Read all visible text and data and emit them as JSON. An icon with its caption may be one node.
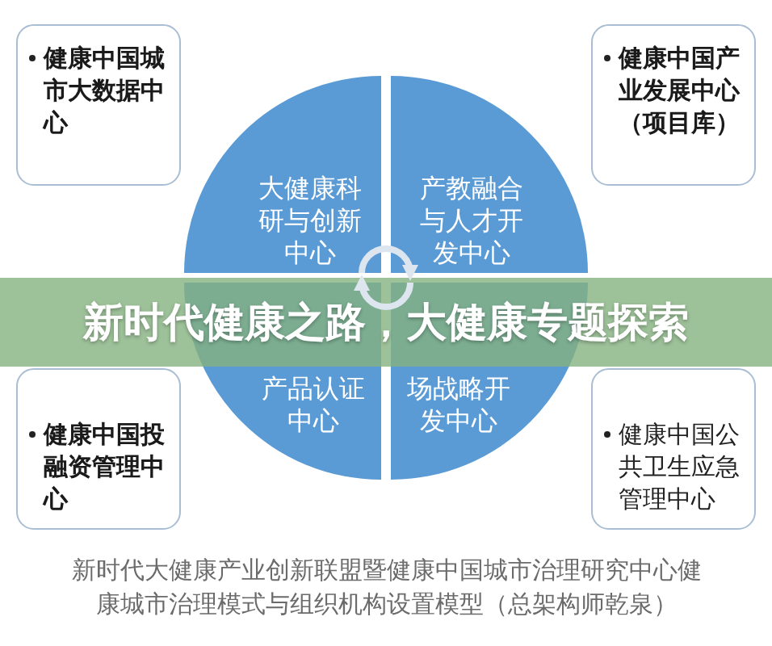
{
  "diagram": {
    "title": "新时代健康之路，大健康专题探索",
    "caption": "新时代大健康产业创新联盟暨健康中国城市治理研究中心健康城市治理模式与组织机构设置模型（总架构师乾泉）",
    "nodes": [
      {
        "text": [
          "健康中国城市大数据中心"
        ]
      },
      {
        "text": [
          "健康中国产业发展中心（项目库）"
        ]
      },
      {
        "text": [
          "大健康科研与创新中心"
        ]
      },
      {
        "text": [
          "产教融合与人才开发中心"
        ]
      },
      {
        "text": [
          "产品认证中心"
        ]
      },
      {
        "text": [
          "场战略开发中心"
        ]
      },
      {
        "text": [
          "健康中国投融资管理中心"
        ]
      },
      {
        "text": [
          "健康中国公共卫生应急管理中心"
        ]
      }
    ],
    "edges": [
      {
        "from": 2,
        "to": 3,
        "arrow": "to"
      },
      {
        "from": 5,
        "to": 4,
        "arrow": "to"
      }
    ]
  }
}
